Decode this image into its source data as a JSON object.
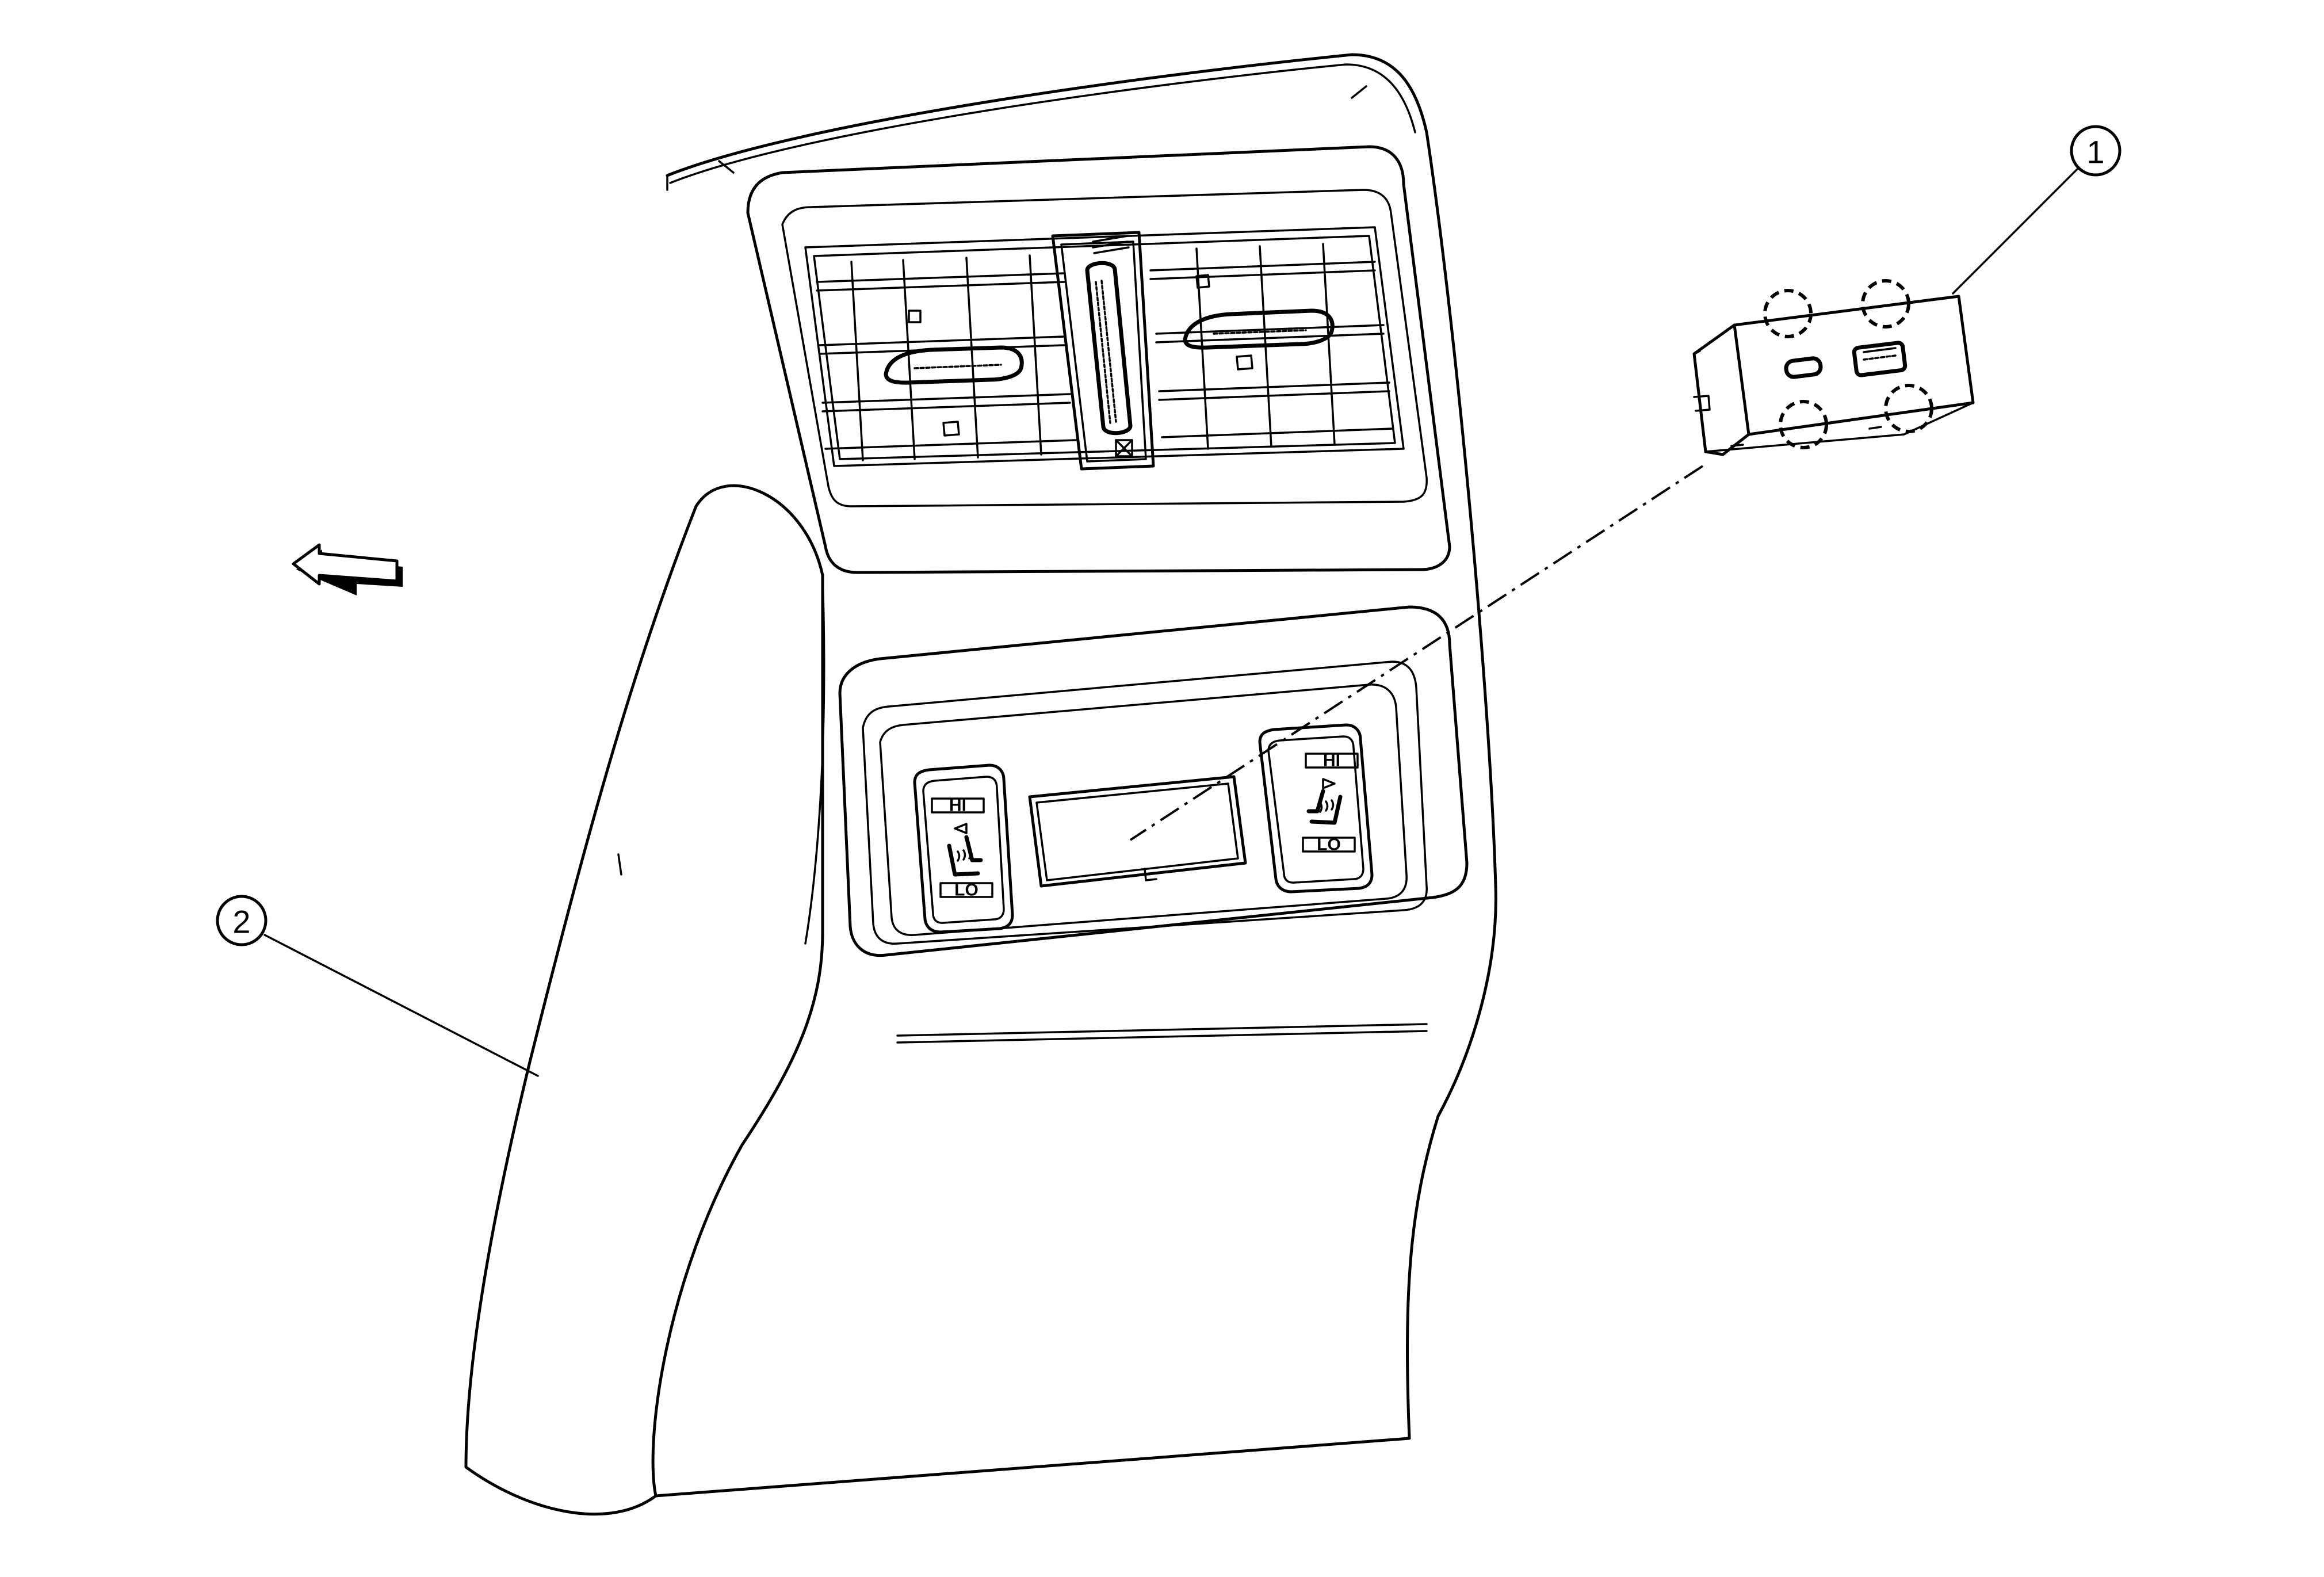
{
  "callouts": [
    {
      "id": "1",
      "label": "1"
    },
    {
      "id": "2",
      "label": "2"
    }
  ],
  "switches": {
    "left": {
      "hi_label": "HI",
      "lo_label": "LO"
    },
    "right": {
      "hi_label": "HI",
      "lo_label": "LO"
    }
  },
  "icons": {
    "front_arrow": "direction-arrow-icon",
    "seat_heater": "seat-heater-icon",
    "usb_c": "usb-c-port-icon",
    "usb_a": "usb-a-port-icon",
    "clip_marker": "clip-location-icon"
  }
}
